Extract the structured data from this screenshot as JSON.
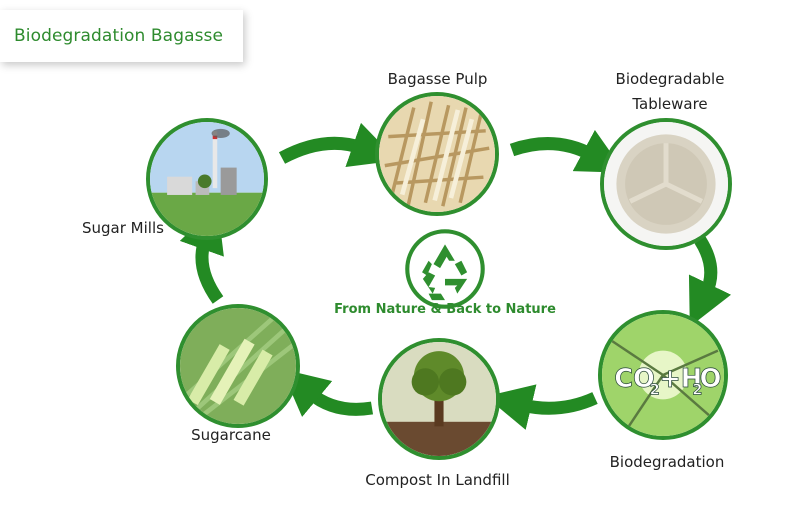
{
  "title": "Biodegradation Bagasse",
  "center_caption": "From Nature & Back to Nature",
  "nodes": {
    "sugar_mills": "Sugar Mills",
    "bagasse_pulp": "Bagasse Pulp",
    "tableware_line1": "Biodegradable",
    "tableware_line2": "Tableware",
    "biodegradation": "Biodegradation",
    "compost": "Compost In Landfill",
    "sugarcane": "Sugarcane"
  },
  "formula": {
    "co": "CO",
    "sub2a": "2",
    "plus_h": "+H",
    "sub2b": "2",
    "o": "O"
  },
  "colors": {
    "primary_green": "#2e8b2e",
    "arrow_green": "#238a23",
    "text": "#222222"
  },
  "icons": {
    "center": "recycle-icon"
  }
}
